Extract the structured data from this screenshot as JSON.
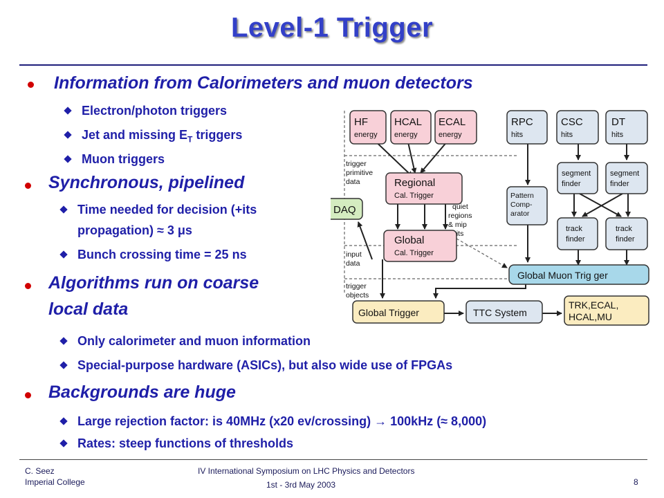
{
  "title": "Level-1 Trigger",
  "bullets": {
    "b1": "Information from Calorimeters and muon detectors",
    "b1_sub1": "Electron/photon triggers",
    "b1_sub2_pre": "Jet and missing E",
    "b1_sub2_sub": "T",
    "b1_sub2_post": " triggers",
    "b1_sub3": "Muon triggers",
    "b2": "Synchronous, pipelined",
    "b2_sub1_line1": "Time needed for decision (+its",
    "b2_sub1_line2": "propagation) ≈ 3 μs",
    "b2_sub2": "Bunch crossing time = 25 ns",
    "b3_line1": "Algorithms run on coarse",
    "b3_line2": "local data",
    "b3_sub1": "Only calorimeter and muon information",
    "b3_sub2": "Special-purpose hardware (ASICs), but also wide use of FPGAs",
    "b4": "Backgrounds are huge",
    "b4_sub1": "Large rejection factor: is 40MHz (x20 ev/crossing) → 100kHz (≈ 8,000)",
    "b4_sub2": "Rates: steep functions of thresholds"
  },
  "diagram": {
    "hf_1": "HF",
    "hf_2": "energy",
    "hcal_1": "HCAL",
    "hcal_2": "energy",
    "ecal_1": "ECAL",
    "ecal_2": "energy",
    "rpc_1": "RPC",
    "rpc_2": "hits",
    "csc_1": "CSC",
    "csc_2": "hits",
    "dt_1": "DT",
    "dt_2": "hits",
    "seg1_1": "segment",
    "seg1_2": "finder",
    "seg2_1": "segment",
    "seg2_2": "finder",
    "regional_1": "Regional",
    "regional_2": "Cal. Trigger",
    "pattern_1": "Pattern",
    "pattern_2": "Comp-",
    "pattern_3": "arator",
    "daq": "DAQ",
    "track1_1": "track",
    "track1_2": "finder",
    "track2_1": "track",
    "track2_2": "finder",
    "global_cal_1": "Global",
    "global_cal_2": "Cal. Trigger",
    "gmt": "Global Muon Trig ger",
    "gt": "Global Trigger",
    "ttc": "TTC System",
    "out_1": "TRK,ECAL,",
    "out_2": "HCAL,MU",
    "lbl_tp_1": "trigger",
    "lbl_tp_2": "primitive",
    "lbl_tp_3": "data",
    "lbl_in_1": "input",
    "lbl_in_2": "data",
    "lbl_to_1": "trigger",
    "lbl_to_2": "objects",
    "lbl_q_1": "quiet",
    "lbl_q_2": "regions",
    "lbl_q_3": "& mip",
    "lbl_q_4": "bits"
  },
  "footer": {
    "author": "C. Seez",
    "institute": "Imperial College",
    "conference": "IV International  Symposium on LHC Physics and Detectors",
    "dates": "1st - 3rd May 2003",
    "page": "8"
  },
  "colors": {
    "title": "#3340c8",
    "text": "#1f1fa8",
    "bullet": "#d10000",
    "calo_box": "#f8d0d8",
    "muon_box": "#dde6f0",
    "daq_box": "#d4ecc0",
    "gmt_box": "#a8d8ea",
    "gt_box": "#fbecc0"
  }
}
